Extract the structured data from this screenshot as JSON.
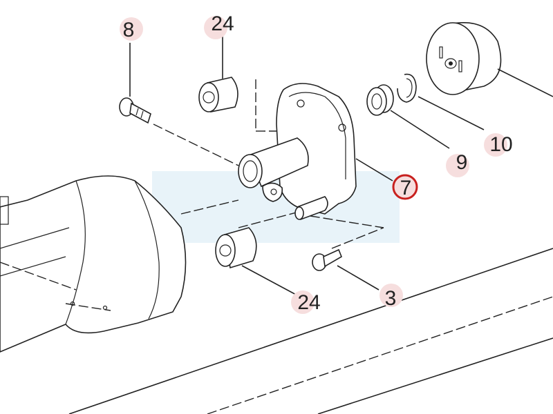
{
  "diagram": {
    "title": "Exploded parts diagram - clutch housing assembly",
    "callouts": [
      {
        "id": "8",
        "highlighted": false
      },
      {
        "id": "24",
        "highlighted": false
      },
      {
        "id": "10",
        "highlighted": false
      },
      {
        "id": "9",
        "highlighted": false
      },
      {
        "id": "7",
        "highlighted": true
      },
      {
        "id": "24",
        "highlighted": false
      },
      {
        "id": "3",
        "highlighted": false
      }
    ],
    "colors": {
      "callout_bg": "#f6dede",
      "highlight_ring": "#c8201e",
      "band": "#e8f3f9",
      "line": "#222222"
    }
  }
}
